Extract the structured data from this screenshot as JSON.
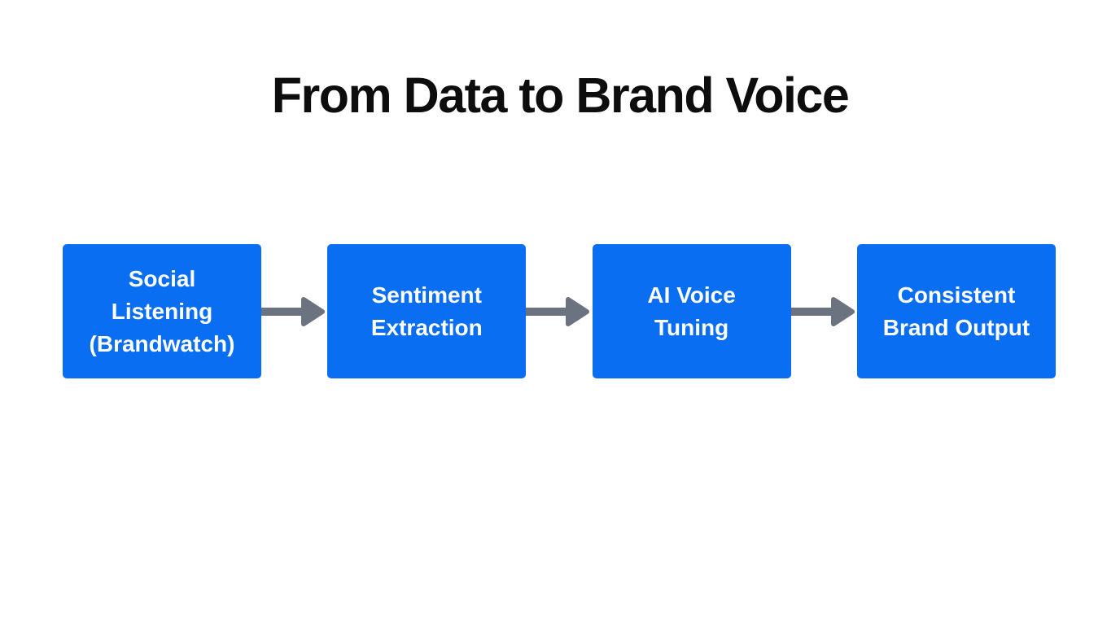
{
  "title": "From Data to Brand Voice",
  "flow": {
    "box_color": "#0a6ef2",
    "text_color": "#ffffff",
    "arrow_color": "#6b7280",
    "steps": [
      {
        "label": "Social Listening (Brandwatch)",
        "lines": [
          "Social",
          "Listening",
          "(Brandwatch)"
        ]
      },
      {
        "label": "Sentiment Extraction",
        "lines": [
          "Sentiment",
          "Extraction"
        ]
      },
      {
        "label": "AI Voice Tuning",
        "lines": [
          "AI Voice",
          "Tuning"
        ]
      },
      {
        "label": "Consistent Brand Output",
        "lines": [
          "Consistent",
          "Brand Output"
        ]
      }
    ]
  }
}
